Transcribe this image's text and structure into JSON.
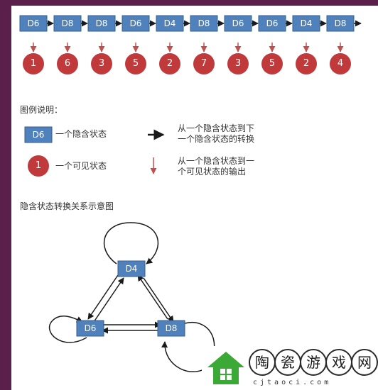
{
  "sequence": {
    "hidden_states": [
      "D6",
      "D8",
      "D8",
      "D6",
      "D4",
      "D8",
      "D6",
      "D6",
      "D4",
      "D8"
    ],
    "visible_states": [
      "1",
      "6",
      "3",
      "5",
      "2",
      "7",
      "3",
      "5",
      "2",
      "4"
    ]
  },
  "legend": {
    "title": "图例说明：",
    "hidden_example": "D6",
    "hidden_desc": "一个隐含状态",
    "visible_example": "1",
    "visible_desc": "一个可见状态",
    "transition_desc_1": "从一个隐含状态到下",
    "transition_desc_2": "一个隐含状态的转换",
    "output_desc_1": "从一个隐含状态到一",
    "output_desc_2": "个可见状态的输出"
  },
  "diagram": {
    "title": "隐含状态转换关系示意图",
    "nodes": [
      "D4",
      "D6",
      "D8"
    ]
  },
  "watermark": {
    "chars": [
      "陶",
      "瓷",
      "游",
      "戏",
      "网"
    ],
    "url": "cjtaoci.com"
  },
  "colors": {
    "hidden_fill": "#4f81bd",
    "hidden_stroke": "#385d8a",
    "visible_fill": "#c0393b",
    "output_arrow": "#c0504d",
    "transition_arrow": "#1a1a1a",
    "logo_green": "#3aa935"
  }
}
